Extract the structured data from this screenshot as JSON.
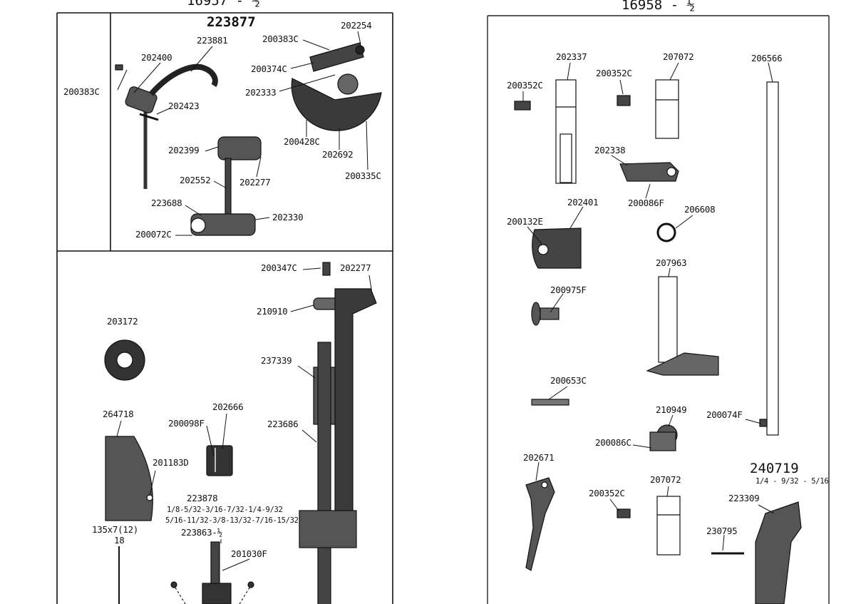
{
  "left_page": {
    "header": "16957 - ½",
    "assembly": {
      "number": "223877",
      "labels": [
        "223881",
        "202254",
        "200383C",
        "202400",
        "200374C",
        "200383C",
        "202333",
        "202423",
        "200428C",
        "202692",
        "202399",
        "200335C",
        "202552",
        "202277",
        "223688",
        "202330",
        "200072C"
      ]
    },
    "lower": {
      "labels": [
        "200347C",
        "202277",
        "210910",
        "203172",
        "237339",
        "264718",
        "202666",
        "200098F",
        "223686",
        "201183D",
        "223878",
        "135x7(12)",
        "18",
        "223863-½",
        "201030F"
      ],
      "sizes_223878_line1": "1/8-5/32-3/16-7/32-1/4-9/32",
      "sizes_223878_line2": "5/16-11/32-3/8-13/32-7/16-15/32"
    }
  },
  "right_page": {
    "header": "16958 - ½",
    "labels": [
      "202337",
      "207072",
      "206566",
      "200352C",
      "200352C",
      "202338",
      "200086F",
      "202401",
      "206608",
      "200132E",
      "207963",
      "200975F",
      "200653C",
      "210949",
      "200074F",
      "200086C",
      "202671",
      "207072",
      "200352C",
      "223309",
      "230795"
    ],
    "group": {
      "number": "240719",
      "sizes": "1/4 - 9/32 - 5/16"
    }
  }
}
